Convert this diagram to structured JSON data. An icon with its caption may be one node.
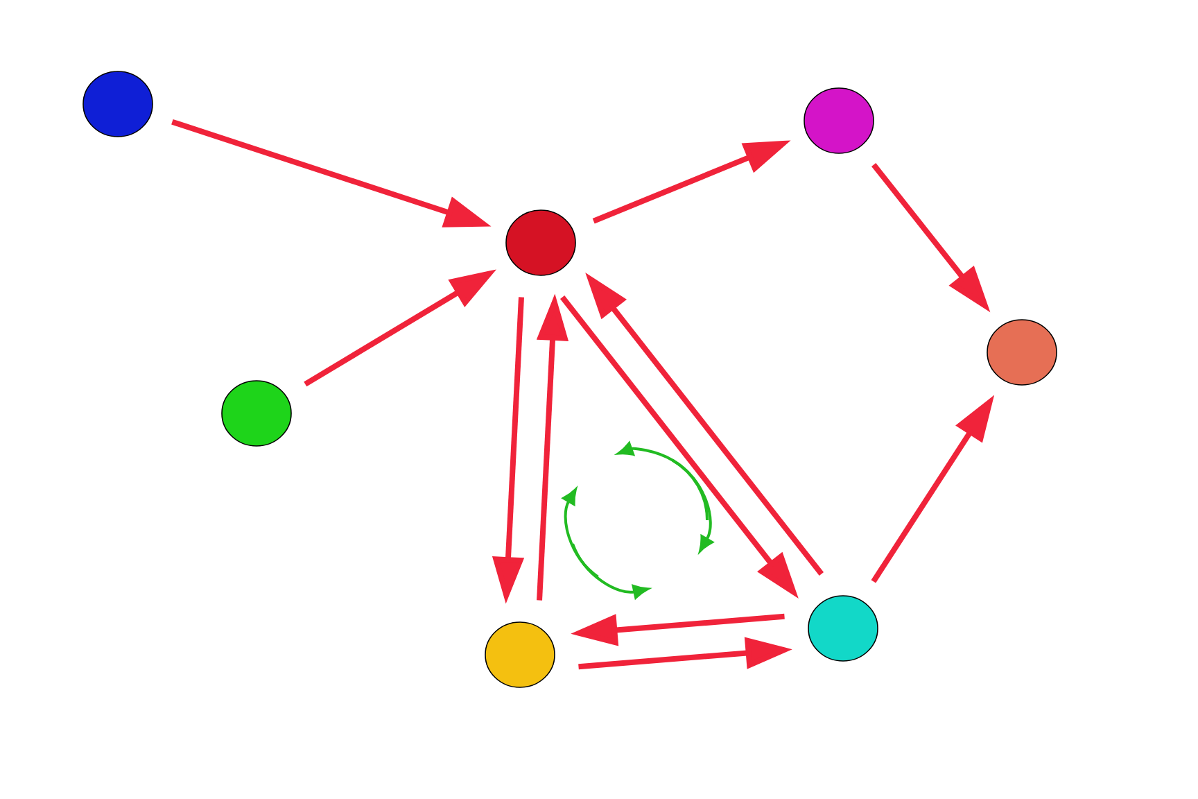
{
  "diagram": {
    "nodes": [
      {
        "text": [],
        "shape": "circle"
      },
      {
        "text": [],
        "shape": "circle"
      },
      {
        "text": [],
        "shape": "circle"
      },
      {
        "text": [],
        "shape": "circle"
      },
      {
        "text": [],
        "shape": "circle"
      },
      {
        "text": [],
        "shape": "circle"
      },
      {
        "text": [],
        "shape": "circle"
      }
    ],
    "edges": [
      {
        "from": 0,
        "to": 1,
        "arrow": "to"
      },
      {
        "from": 3,
        "to": 1,
        "arrow": "to"
      },
      {
        "from": 1,
        "to": 2,
        "arrow": "to"
      },
      {
        "from": 2,
        "to": 4,
        "arrow": "to"
      },
      {
        "from": 1,
        "to": 5,
        "arrow": "to"
      },
      {
        "from": 5,
        "to": 1,
        "arrow": "to"
      },
      {
        "from": 1,
        "to": 6,
        "arrow": "to"
      },
      {
        "from": 6,
        "to": 1,
        "arrow": "to"
      },
      {
        "from": 6,
        "to": 4,
        "arrow": "to"
      },
      {
        "from": 6,
        "to": 5,
        "arrow": "to"
      },
      {
        "from": 5,
        "to": 6,
        "arrow": "to"
      }
    ]
  }
}
